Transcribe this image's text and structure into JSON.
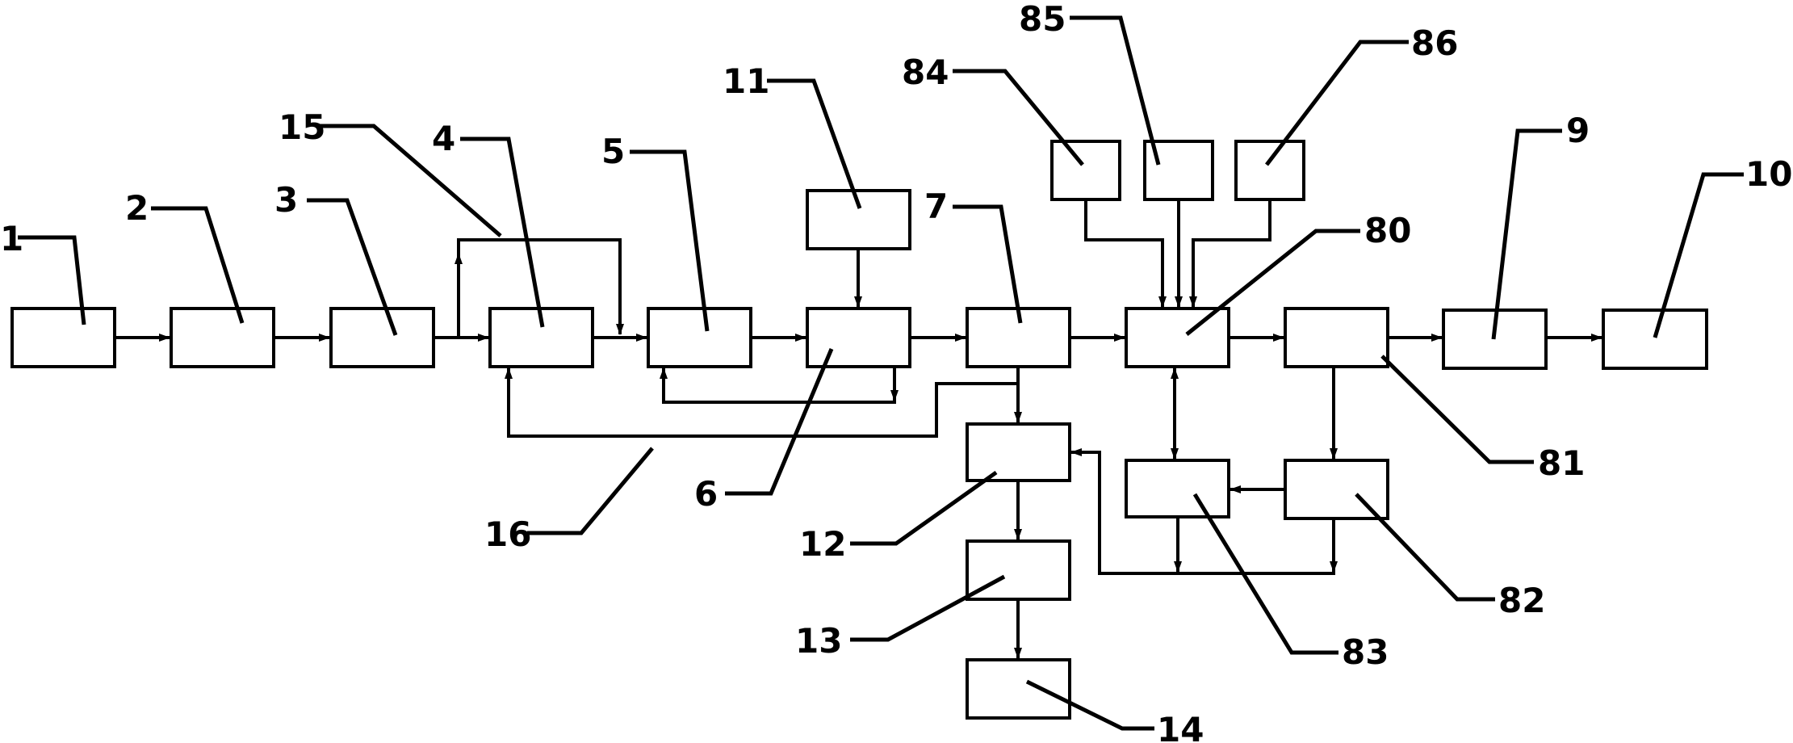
{
  "diagram": {
    "labels": {
      "n1": "1",
      "n2": "2",
      "n3": "3",
      "n4": "4",
      "n5": "5",
      "n6": "6",
      "n7": "7",
      "n9": "9",
      "n10": "10",
      "n11": "11",
      "n12": "12",
      "n13": "13",
      "n14": "14",
      "n15": "15",
      "n16": "16",
      "n80": "80",
      "n81": "81",
      "n82": "82",
      "n83": "83",
      "n84": "84",
      "n85": "85",
      "n86": "86"
    },
    "colors": {
      "line": "#000000",
      "background": "#ffffff"
    }
  }
}
